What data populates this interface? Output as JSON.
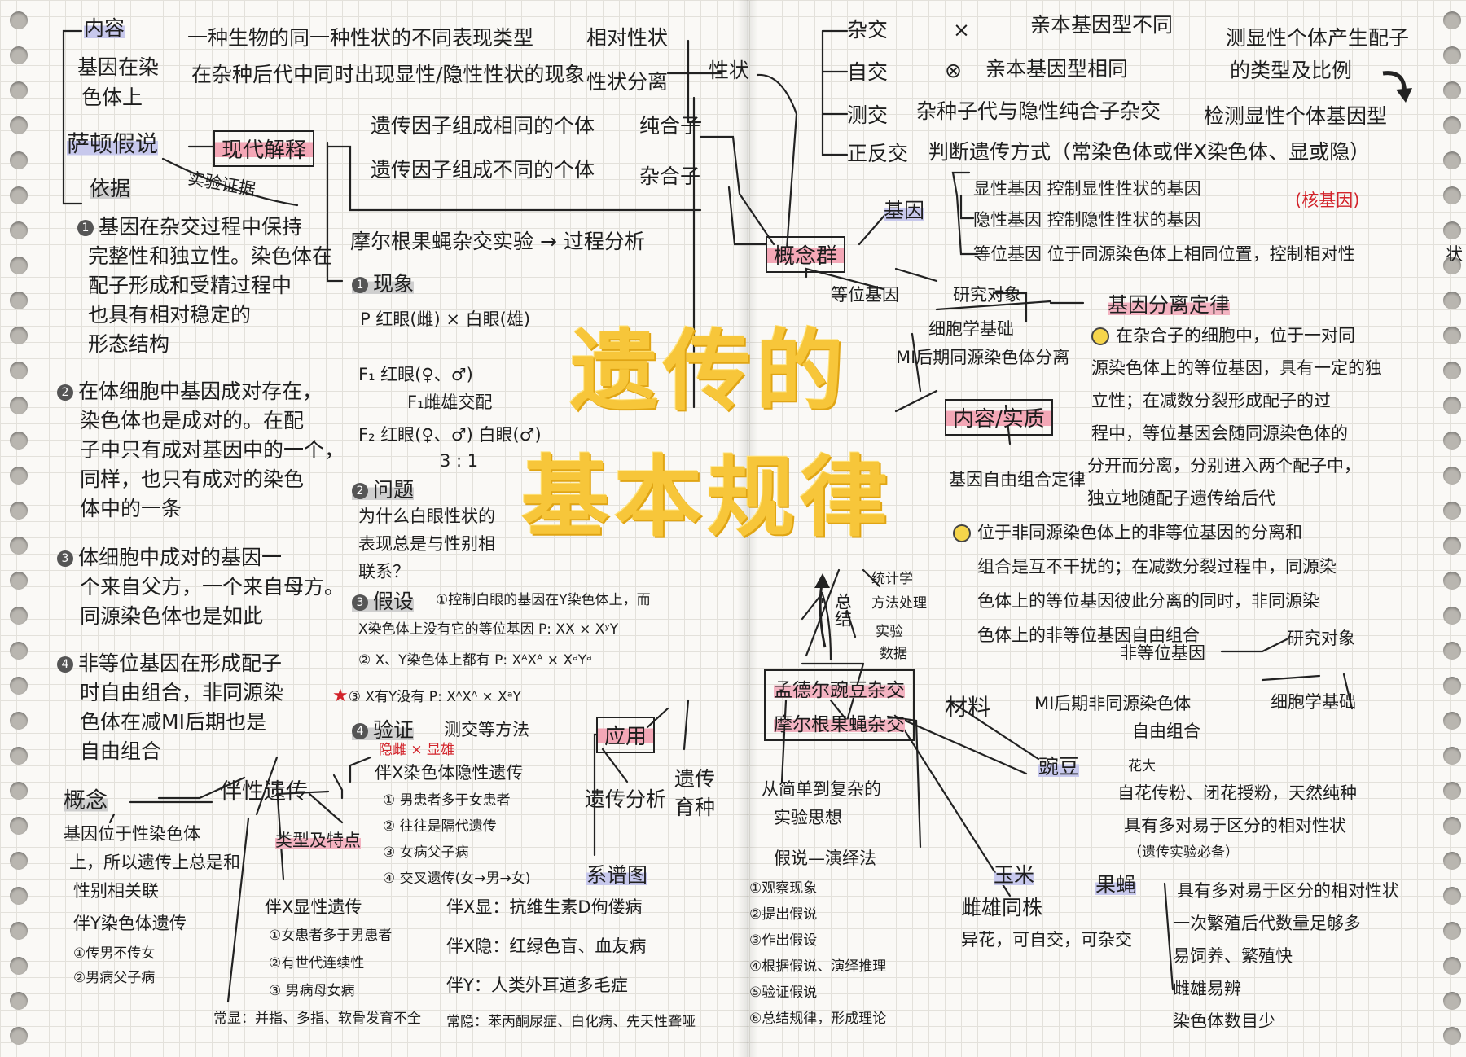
{
  "title": {
    "line1": "遗传的",
    "line2": "基本规律"
  },
  "colors": {
    "title": "#f7c63a",
    "highlight_pink": "#f3a7b6",
    "highlight_blue": "#c7c8ec",
    "accent_red": "#d2232a"
  },
  "left": {
    "neirong": "内容",
    "neirong_text1": "基因在染",
    "neirong_text2": "色体上",
    "sadun": "萨顿假说",
    "xiandai": "现代解释",
    "shiyan_zhengju": "实验证据",
    "yiju": "依据",
    "y1": [
      "基因在杂交过程中保持",
      "完整性和独立性。染色体在",
      "配子形成和受精过程中",
      "也具有相对稳定的",
      "形态结构"
    ],
    "y2": [
      "在体细胞中基因成对存在，",
      "染色体也是成对的。在配",
      "子中只有成对基因中的一个，",
      "同样，也只有成对的染色",
      "体中的一条"
    ],
    "y3": [
      "体细胞中成对的基因一",
      "个来自父方，一个来自母方。",
      "同源染色体也是如此"
    ],
    "y4": [
      "非等位基因在形成配子",
      "时自由组合，非同源染",
      "色体在减MI后期也是",
      "自由组合"
    ],
    "gainian": "概念",
    "banxing": "伴性遗传",
    "gn_text": [
      "基因位于性染色体",
      "上，所以遗传上总是和",
      "性别相关联"
    ],
    "banY": "伴Y染色体遗传",
    "banY_items": [
      "①传男不传女",
      "②男病父子病"
    ],
    "changxian": "常显：并指、多指、软骨发育不全"
  },
  "top": {
    "def1": "一种生物的同一种性状的不同表现类型",
    "xiangdui": "相对性状",
    "def2": "在杂种后代中同时出现显性/隐性性状的现象",
    "fenli": "性状分离",
    "xingzhuang": "性状",
    "chunhe_def": "遗传因子组成相同的个体",
    "chunhe": "纯合子",
    "zahe_def": "遗传因子组成不同的个体",
    "zahe": "杂合子"
  },
  "morgan": {
    "title": "摩尔根果蝇杂交实验 → 过程分析",
    "xianxiang": "现象",
    "p_line": "P     红眼(雌) × 白眼(雄)",
    "f1": "F₁        红眼(♀、♂)",
    "f1b": "F₁雌雄交配",
    "f2": "F₂   红眼(♀、♂)     白眼(♂)",
    "f2_ratio": "3          :      1",
    "wenti": "问题",
    "wenti_text": [
      "为什么白眼性状的",
      "表现总是与性别相",
      "联系？"
    ],
    "jiashe": "假设",
    "js1": "①控制白眼的基因在Y染色体上，而",
    "js1b": "X染色体上没有它的等位基因 P: XX × XʸY",
    "js2": "② X、Y染色体上都有 P: XᴬXᴬ × XᵃYᵃ",
    "js3": "③ X有Y没有  P: XᴬXᴬ × XᵃY",
    "yanzheng": "验证",
    "yz_method": "测交等方法",
    "yz_red": "隐雌 × 显雄"
  },
  "types": {
    "leixing": "类型及特点",
    "banXyin": "伴X染色体隐性遗传",
    "bxy": [
      "① 男患者多于女患者",
      "② 往往是隔代遗传",
      "③ 女病父子病",
      "④ 交叉遗传(女→男→女)"
    ],
    "banXxian": "伴X显性遗传",
    "bxx": [
      "①女患者多于男患者",
      "②有世代连续性",
      "③ 男病母女病"
    ]
  },
  "yingyong": {
    "label": "应用",
    "a1": "遗传分析",
    "a2": "遗传",
    "a3": "育种",
    "xipu": "系谱图",
    "ex1": "伴X显：抗维生素D佝偻病",
    "ex2": "伴X隐：红绿色盲、血友病",
    "ex3": "伴Y：人类外耳道多毛症",
    "changyin": "常隐：苯丙酮尿症、白化病、先天性聋哑"
  },
  "right": {
    "zajiao": "杂交",
    "zj_sym": "×",
    "zj_text": "亲本基因型不同",
    "zijiao": "自交",
    "zij_sym": "⊗",
    "zij_text": "亲本基因型相同",
    "cejiao": "测交",
    "cj_text": "杂种子代与隐性纯合子杂交",
    "cj_purpose": "检测显性个体基因型",
    "cj_note1": "测显性个体产生配子",
    "cj_note2": "的类型及比例",
    "zhengfan": "正反交",
    "zf_text": "判断遗传方式（常染色体或伴X染色体、显或隐）",
    "gainianqun": "概念群",
    "jiyin": "基因",
    "xianxing": "显性基因 控制显性性状的基因",
    "yinxing": "隐性基因 控制隐性性状的基因",
    "hejiyin": "(核基因)",
    "dengwei": "等位基因  位于同源染色体上相同位置，控制相对性",
    "dengwei_end": "状",
    "fenli_law": "基因分离定律",
    "dw2": "等位基因",
    "yanjiu": "研究对象",
    "xibao": "细胞学基础",
    "m1": "MI后期同源染色体分离",
    "neirong_shizhi": "内容/实质",
    "fenli_text": [
      "在杂合子的细胞中，位于一对同",
      "源染色体上的等位基因，具有一定的独",
      "立性；在减数分裂形成配子的过",
      "程中，等位基因会随同源染色体的",
      "分开而分离，分别进入两个配子中，",
      "独立地随配子遗传给后代"
    ],
    "zizhu": "基因自由组合定律",
    "zizhu_text": [
      "位于非同源染色体上的非等位基因的分离和",
      "组合是互不干扰的；在减数分裂过程中，同源染",
      "色体上的等位基因彼此分离的同时，非同源染",
      "色体上的非等位基因自由组合"
    ],
    "zongjie": "总结",
    "tongji": "统计学",
    "fangfa": "方法处理",
    "shiyan": "实验",
    "shuju": "数据",
    "mendel": "孟德尔豌豆杂交",
    "morgan2": "摩尔根果蝇杂交",
    "cailiao": "材料",
    "feidw": "非等位基因",
    "yanjiu2": "研究对象",
    "xibao2": "细胞学基础",
    "m1b": "MI后期非同源染色体",
    "ziyou": "自由组合",
    "wandou": "豌豆",
    "wd": [
      "花大",
      "自花传粉、闭花授粉，天然纯种",
      "具有多对易于区分的相对性状",
      "（遗传实验必备）"
    ],
    "cong": "从简单到复杂的",
    "shiyansilu": "实验思想",
    "jiashuo": "假说—演绎法",
    "jsy": [
      "①观察现象",
      "②提出假说",
      "③作出假设",
      "④根据假说、演绎推理",
      "⑤验证假说",
      "⑥总结规律，形成理论"
    ],
    "yumi": "玉米",
    "ym1": "雌雄同株",
    "ym2": "异花，可自交，可杂交",
    "guoying": "果蝇",
    "gy": [
      "具有多对易于区分的相对性状",
      "一次繁殖后代数量足够多",
      "易饲养、繁殖快",
      "雌雄易辨",
      "染色体数目少"
    ]
  }
}
